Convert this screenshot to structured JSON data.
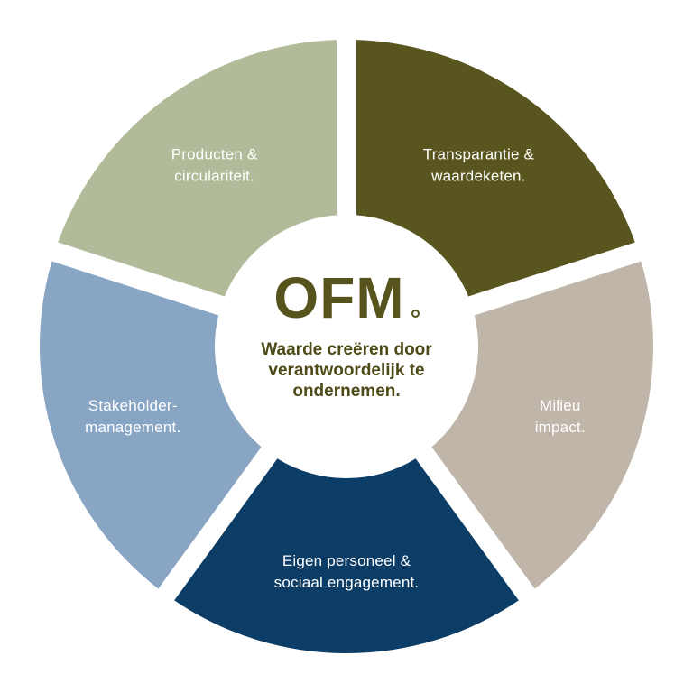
{
  "center": {
    "brand": "OFM",
    "tagline_lines": [
      "Waarde creëren door",
      "verantwoordelijk te",
      "ondernemen."
    ]
  },
  "segments": [
    {
      "key": "transparantie",
      "lines": [
        "Transparantie &",
        "waardeketen."
      ],
      "color": "#58561e"
    },
    {
      "key": "milieu",
      "lines": [
        "Milieu",
        "impact."
      ],
      "color": "#bfb6a9"
    },
    {
      "key": "personeel",
      "lines": [
        "Eigen personeel &",
        "sociaal engagement."
      ],
      "color": "#0c3d67"
    },
    {
      "key": "stakeholder",
      "lines": [
        "Stakeholder-",
        "management."
      ],
      "color": "#88a5c4"
    },
    {
      "key": "producten",
      "lines": [
        "Producten &",
        "circulariteit."
      ],
      "color": "#b1bb99"
    }
  ],
  "colors": {
    "brand": "#56531c",
    "segment_text": "#ffffff",
    "gap": "#ffffff"
  }
}
